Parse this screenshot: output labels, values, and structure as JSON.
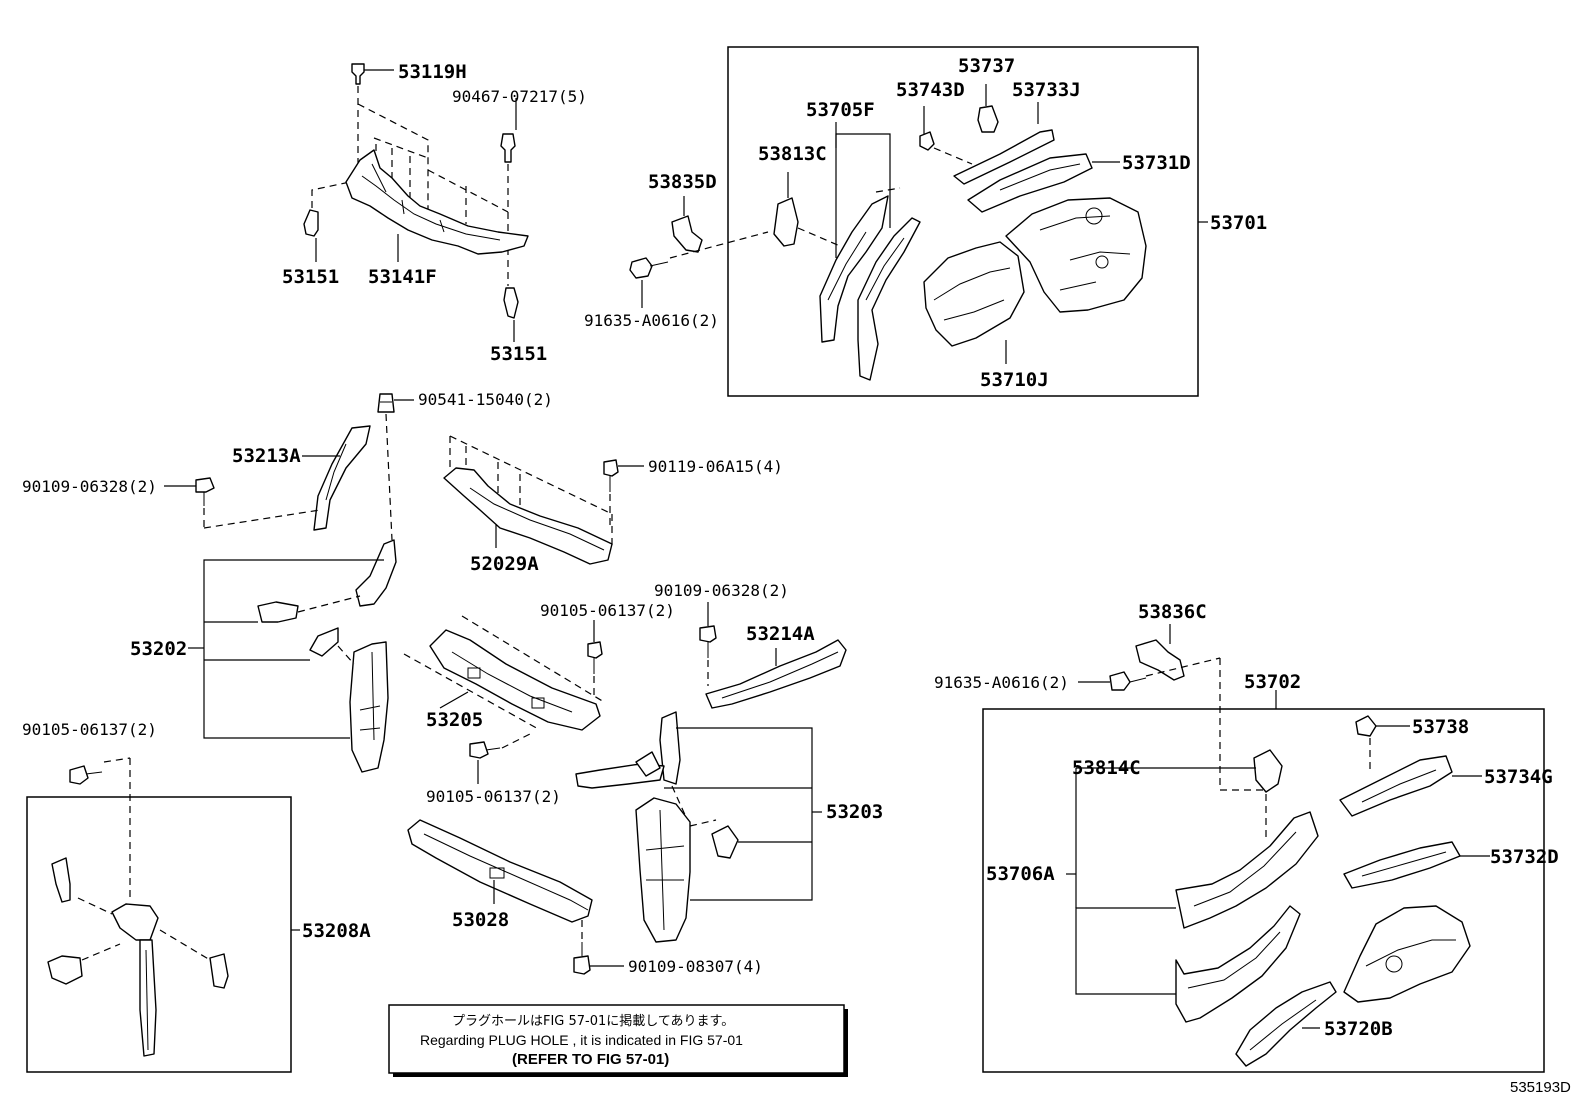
{
  "labels": {
    "p53119H": "53119H",
    "p90467": "90467-07217(5)",
    "p53151a": "53151",
    "p53141F": "53141F",
    "p53151b": "53151",
    "p53737": "53737",
    "p53743D": "53743D",
    "p53733J": "53733J",
    "p53705F": "53705F",
    "p53813C": "53813C",
    "p53835D": "53835D",
    "p53731D": "53731D",
    "p53701": "53701",
    "p91635a": "91635-A0616(2)",
    "p53710J": "53710J",
    "p90541": "90541-15040(2)",
    "p53213A": "53213A",
    "p90109a": "90109-06328(2)",
    "p90119": "90119-06A15(4)",
    "p52029A": "52029A",
    "p90109b": "90109-06328(2)",
    "p90105a": "90105-06137(2)",
    "p53214A": "53214A",
    "p53202": "53202",
    "p53205": "53205",
    "p90105b": "90105-06137(2)",
    "p90105c": "90105-06137(2)",
    "p53203": "53203",
    "p53208A": "53208A",
    "p53028": "53028",
    "p90109c": "90109-08307(4)",
    "p53836C": "53836C",
    "p91635b": "91635-A0616(2)",
    "p53702": "53702",
    "p53738": "53738",
    "p53814C": "53814C",
    "p53734G": "53734G",
    "p53706A": "53706A",
    "p53732D": "53732D",
    "p53720B": "53720B"
  },
  "note": {
    "line1": "プラグホールはFIG 57-01に掲載してあります。",
    "line2": "Regarding  PLUG  HOLE , it is indicated in FIG  57-01",
    "line3": "(REFER TO FIG 57-01)"
  },
  "diagram_id": "535193D"
}
